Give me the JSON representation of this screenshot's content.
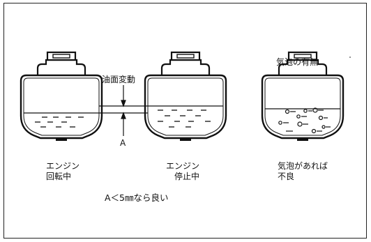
{
  "labels": {
    "oil_level_change": "油面変動",
    "a_marker": "A",
    "bubble_check": "気泡の有無",
    "note": "A＜5㎜なら良い"
  },
  "tanks": [
    {
      "caption_line1": "エンジン",
      "caption_line2": "回転中"
    },
    {
      "caption_line1": "エンジン",
      "caption_line2": "停止中"
    },
    {
      "caption_line1": "気泡があれば",
      "caption_line2": "不良"
    }
  ],
  "colors": {
    "ink": "#111111",
    "frame": "#222222",
    "background": "#ffffff"
  }
}
